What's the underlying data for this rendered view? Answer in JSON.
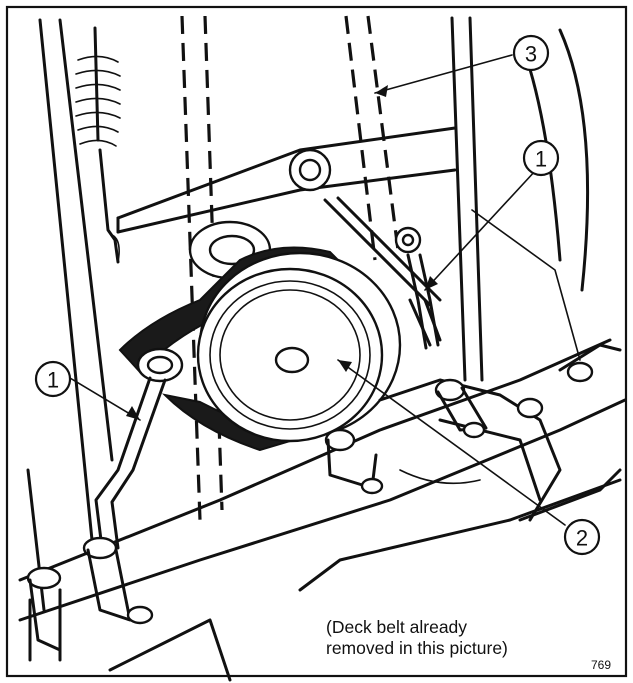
{
  "callouts": [
    {
      "id": "callout-3",
      "label": "3"
    },
    {
      "id": "callout-1-top",
      "label": "1"
    },
    {
      "id": "callout-1-left",
      "label": "1"
    },
    {
      "id": "callout-2",
      "label": "2"
    }
  ],
  "caption": {
    "line1": "(Deck belt already",
    "line2": "removed in this picture)"
  },
  "figure_number": "769"
}
